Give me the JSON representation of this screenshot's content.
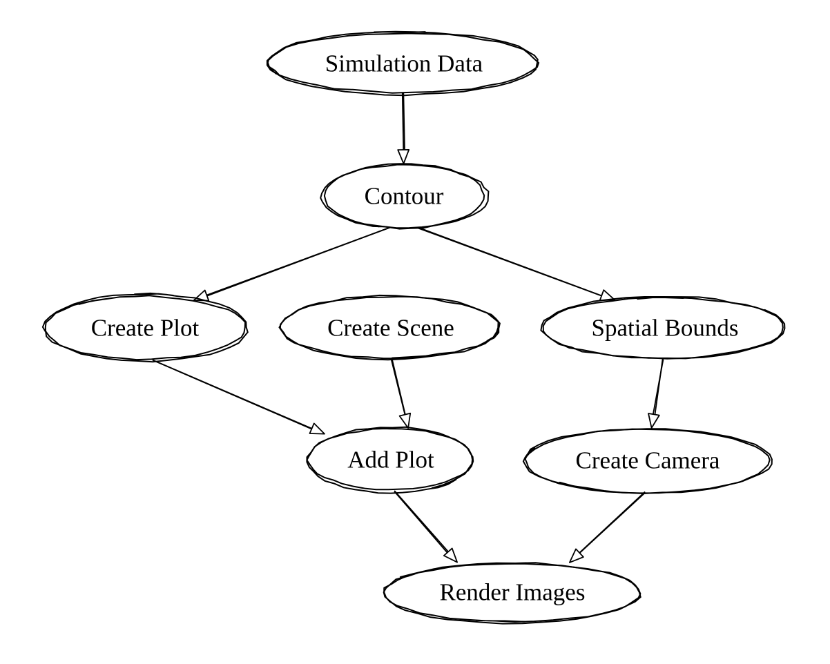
{
  "diagram": {
    "type": "flowchart",
    "nodes": [
      {
        "id": "simulation-data",
        "label": "Simulation Data"
      },
      {
        "id": "contour",
        "label": "Contour"
      },
      {
        "id": "create-plot",
        "label": "Create Plot"
      },
      {
        "id": "create-scene",
        "label": "Create Scene"
      },
      {
        "id": "spatial-bounds",
        "label": "Spatial Bounds"
      },
      {
        "id": "add-plot",
        "label": "Add Plot"
      },
      {
        "id": "create-camera",
        "label": "Create Camera"
      },
      {
        "id": "render-images",
        "label": "Render Images"
      }
    ],
    "edges": [
      {
        "from": "simulation-data",
        "to": "contour"
      },
      {
        "from": "contour",
        "to": "create-plot"
      },
      {
        "from": "contour",
        "to": "spatial-bounds"
      },
      {
        "from": "create-plot",
        "to": "add-plot"
      },
      {
        "from": "create-scene",
        "to": "add-plot"
      },
      {
        "from": "spatial-bounds",
        "to": "create-camera"
      },
      {
        "from": "add-plot",
        "to": "render-images"
      },
      {
        "from": "create-camera",
        "to": "render-images"
      }
    ],
    "style": {
      "stroke_color": "#000000",
      "background_color": "#ffffff",
      "arrowhead": "hollow-triangle",
      "sketch": true
    }
  }
}
